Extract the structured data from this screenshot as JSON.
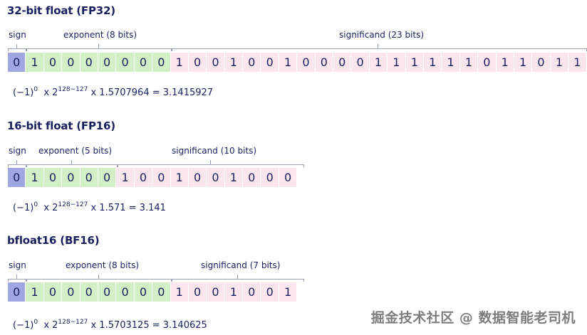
{
  "sections": [
    {
      "title": "32-bit float (FP32)",
      "labels": {
        "sign": "sign",
        "exponent": "exponent (8 bits)",
        "significand": "significand (23 bits)"
      },
      "sign_bit": "0",
      "exponent_bits": [
        "1",
        "0",
        "0",
        "0",
        "0",
        "0",
        "0",
        "0"
      ],
      "significand_bits": [
        "1",
        "0",
        "0",
        "1",
        "0",
        "0",
        "1",
        "0",
        "0",
        "0",
        "0",
        "1",
        "1",
        "1",
        "1",
        "1",
        "1",
        "0",
        "1",
        "1",
        "0",
        "1",
        "1"
      ],
      "formula": {
        "base": "(−1)",
        "sign_exp": "0",
        "mid": "x 2",
        "power": "128−127",
        "tail": "x 1.5707964 = 3.1415927"
      }
    },
    {
      "title": "16-bit float (FP16)",
      "labels": {
        "sign": "sign",
        "exponent": "exponent (5 bits)",
        "significand": "significand (10 bits)"
      },
      "sign_bit": "0",
      "exponent_bits": [
        "1",
        "0",
        "0",
        "0",
        "0"
      ],
      "significand_bits": [
        "1",
        "0",
        "0",
        "1",
        "0",
        "0",
        "1",
        "0",
        "0",
        "0"
      ],
      "formula": {
        "base": "(−1)",
        "sign_exp": "0",
        "mid": "x 2",
        "power": "128−127",
        "tail": "x 1.571 = 3.141"
      }
    },
    {
      "title": "bfloat16 (BF16)",
      "labels": {
        "sign": "sign",
        "exponent": "exponent (8 bits)",
        "significand": "significand (7 bits)"
      },
      "sign_bit": "0",
      "exponent_bits": [
        "1",
        "0",
        "0",
        "0",
        "0",
        "0",
        "0",
        "0"
      ],
      "significand_bits": [
        "1",
        "0",
        "0",
        "1",
        "0",
        "0",
        "1"
      ],
      "formula": {
        "base": "(−1)",
        "sign_exp": "0",
        "mid": "x 2",
        "power": "128−127",
        "tail": "x 1.5703125 = 3.140625"
      }
    }
  ],
  "watermark": "掘金技术社区 @ 数据智能老司机",
  "colors": {
    "sign": "#9fa6e1",
    "exponent": "#d2efc5",
    "significand": "#fbe6ee",
    "text": "#1a1f5e"
  }
}
